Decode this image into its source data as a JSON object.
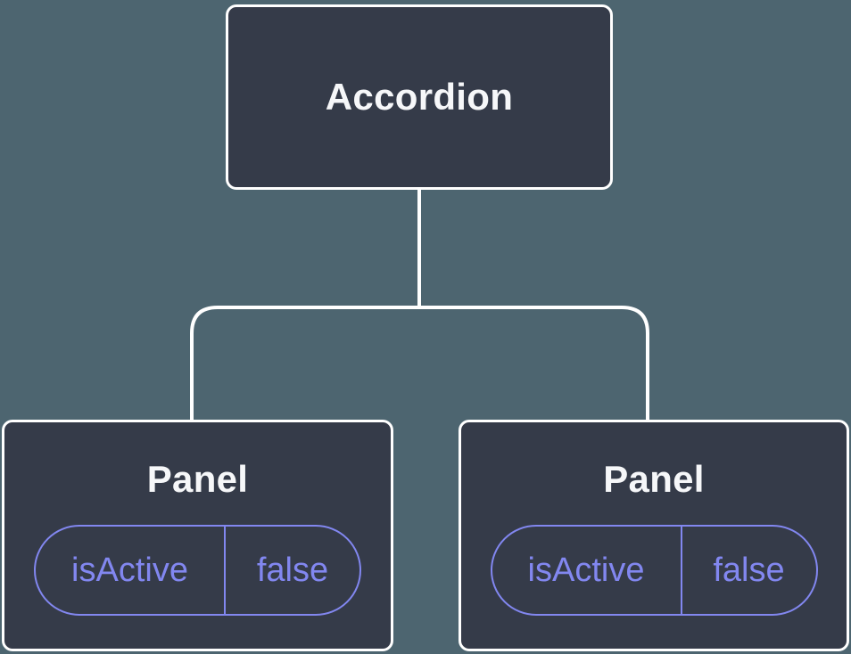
{
  "colors": {
    "background": "#4d6570",
    "node_fill": "#353b49",
    "node_border": "#ffffff",
    "connector": "#ffffff",
    "label_text": "#f6f7f9",
    "state_accent": "#8287f0"
  },
  "tree": {
    "root": {
      "label": "Accordion"
    },
    "children": [
      {
        "label": "Panel",
        "state": {
          "key": "isActive",
          "value": "false"
        }
      },
      {
        "label": "Panel",
        "state": {
          "key": "isActive",
          "value": "false"
        }
      }
    ]
  }
}
